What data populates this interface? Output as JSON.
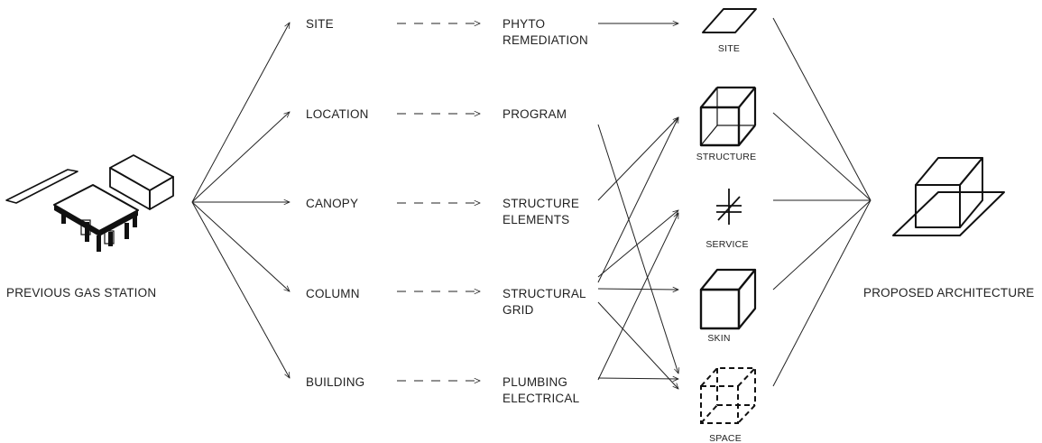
{
  "source": {
    "label": "PREVIOUS GAS STATION",
    "icon": "gas-station-isometric-icon"
  },
  "elements": [
    {
      "label": "SITE"
    },
    {
      "label": "LOCATION"
    },
    {
      "label": "CANOPY"
    },
    {
      "label": "COLUMN"
    },
    {
      "label": "BUILDING"
    }
  ],
  "strategies": [
    {
      "line1": "PHYTO",
      "line2": "REMEDIATION"
    },
    {
      "line1": "PROGRAM",
      "line2": ""
    },
    {
      "line1": "STRUCTURE",
      "line2": "ELEMENTS"
    },
    {
      "line1": "STRUCTURAL",
      "line2": "GRID"
    },
    {
      "line1": "PLUMBING",
      "line2": "ELECTRICAL"
    }
  ],
  "systems": [
    {
      "label": "SITE",
      "icon": "site-plane-icon"
    },
    {
      "label": "STRUCTURE",
      "icon": "structure-cube-icon"
    },
    {
      "label": "SERVICE",
      "icon": "service-symbol-icon"
    },
    {
      "label": "SKIN",
      "icon": "skin-cube-icon"
    },
    {
      "label": "SPACE",
      "icon": "space-dashed-cube-icon"
    }
  ],
  "result": {
    "label": "PROPOSED ARCHITECTURE",
    "icon": "proposed-architecture-icon"
  }
}
